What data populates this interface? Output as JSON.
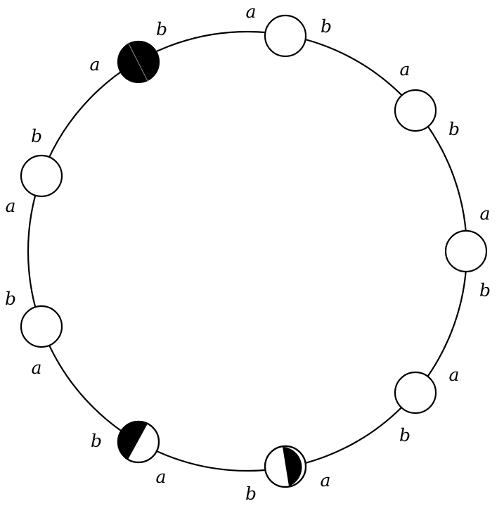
{
  "diagram": {
    "nodes": [
      {
        "id": "n1",
        "fill": "white",
        "labels": [
          "a",
          "b"
        ]
      },
      {
        "id": "n2",
        "fill": "white",
        "labels": [
          "a",
          "b"
        ]
      },
      {
        "id": "n3",
        "fill": "white",
        "labels": [
          "a",
          "b"
        ]
      },
      {
        "id": "n4",
        "fill": "white",
        "labels": [
          "a",
          "b"
        ]
      },
      {
        "id": "n5",
        "fill": "half-right-black",
        "labels": [
          "a",
          "b"
        ]
      },
      {
        "id": "n6",
        "fill": "half-left-black",
        "labels": [
          "a",
          "b"
        ]
      },
      {
        "id": "n7",
        "fill": "white",
        "labels": [
          "a",
          "b"
        ]
      },
      {
        "id": "n8",
        "fill": "white",
        "labels": [
          "a",
          "b"
        ]
      },
      {
        "id": "n9",
        "fill": "black",
        "labels": [
          "a",
          "b"
        ]
      }
    ],
    "colors": {
      "stroke": "#000000",
      "fill_dark": "#000000",
      "fill_light": "#ffffff"
    }
  }
}
